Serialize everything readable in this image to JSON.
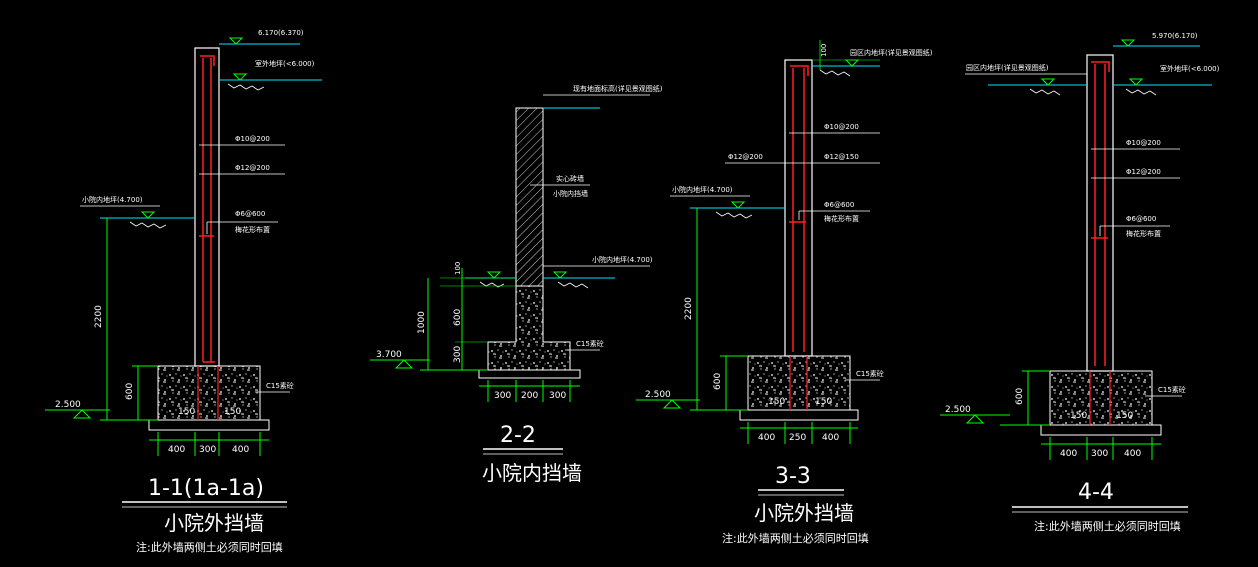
{
  "section_1": {
    "elev_top": "6.170(6.370)",
    "elev_ground": "室外地坪(<6.000)",
    "rebar_1": "Φ10@200",
    "rebar_2": "Φ12@200",
    "inner_ground": "小院内地坪(4.700)",
    "tie": "Φ6@600",
    "tie_note": "梅花形布置",
    "dim_2200": "2200",
    "dim_600": "600",
    "elev_base": "2.500",
    "concrete": "C15素砼",
    "d150a": "150",
    "d150b": "150",
    "b400a": "400",
    "b300": "300",
    "b400b": "400",
    "title": "1-1(1a-1a)",
    "subtitle": "小院外挡墙",
    "note": "注:此外墙两侧土必须同时回填"
  },
  "section_2": {
    "top_note": "现有地面标高(详见景观图纸)",
    "wall_note1": "实心砖墙",
    "wall_note2": "小院内挡墙",
    "ground": "小院内地坪(4.700)",
    "d100": "100",
    "d600": "600",
    "d1000": "1000",
    "d300": "300",
    "elev_base": "3.700",
    "concrete": "C15素砼",
    "b300a": "300",
    "b200": "200",
    "b300b": "300",
    "title": "2-2",
    "subtitle": "小院内挡墙"
  },
  "section_3": {
    "d100": "100",
    "ground_note": "园区内地坪(详见景观图纸)",
    "rebar_1": "Φ10@200",
    "rebar_left": "Φ12@200",
    "rebar_2": "Φ12@150",
    "inner_ground": "小院内地坪(4.700)",
    "tie": "Φ6@600",
    "tie_note": "梅花形布置",
    "dim_2200": "2200",
    "dim_600": "600",
    "elev_base": "2.500",
    "concrete": "C15素砼",
    "d150a": "150",
    "d150b": "150",
    "b400a": "400",
    "b250": "250",
    "b400b": "400",
    "title": "3-3",
    "subtitle": "小院外挡墙",
    "note": "注:此外墙两侧土必须同时回填"
  },
  "section_4": {
    "elev_top": "5.970(6.170)",
    "ground_left": "园区内地坪(详见景观图纸)",
    "elev_ground": "室外地坪(<6.000)",
    "rebar_1": "Φ10@200",
    "rebar_2": "Φ12@200",
    "tie": "Φ6@600",
    "tie_note": "梅花形布置",
    "dim_600": "600",
    "elev_base": "2.500",
    "concrete": "C15素砼",
    "d150a": "150",
    "d150b": "150",
    "b400a": "400",
    "b300": "300",
    "b400b": "400",
    "title": "4-4",
    "note": "注:此外墙两侧土必须同时回填"
  },
  "colors": {
    "background": "#000000",
    "wall_outline": "#ffffff",
    "rebar": "#ff2020",
    "leader": "#ffffff",
    "ground_line": "#00e5ff",
    "dimension": "#00ff00",
    "text": "#ffffff"
  }
}
